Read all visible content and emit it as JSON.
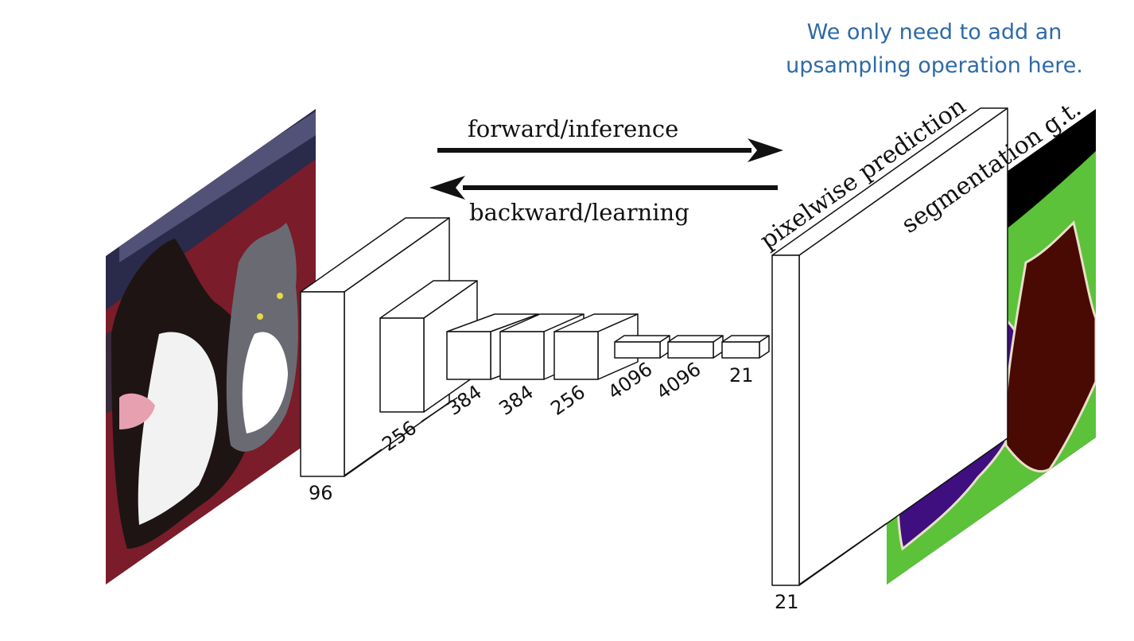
{
  "annotation": {
    "line1": "We only need to add an",
    "line2": "upsampling operation here."
  },
  "arrows": {
    "forward_label": "forward/inference",
    "backward_label": "backward/learning"
  },
  "layers": {
    "conv1": "96",
    "conv2": "256",
    "conv3": "384",
    "conv4": "384",
    "conv5": "256",
    "fc6": "4096",
    "fc7": "4096",
    "score": "21",
    "prediction": "21"
  },
  "labels": {
    "pixelwise": "pixelwise prediction",
    "segmentation": "segmentation g.t."
  },
  "colors": {
    "note": "#2e6aa6",
    "photo_sofa": "#7a1c2a",
    "photo_wall": "#2a2a4a",
    "seg_background": "#000000",
    "seg_grass": "#5bc23a",
    "seg_dog": "#3f0f7f",
    "seg_cat": "#4a0a04",
    "seg_boundary": "#e8e0c8",
    "seg_marker": "#1a3f8a"
  }
}
